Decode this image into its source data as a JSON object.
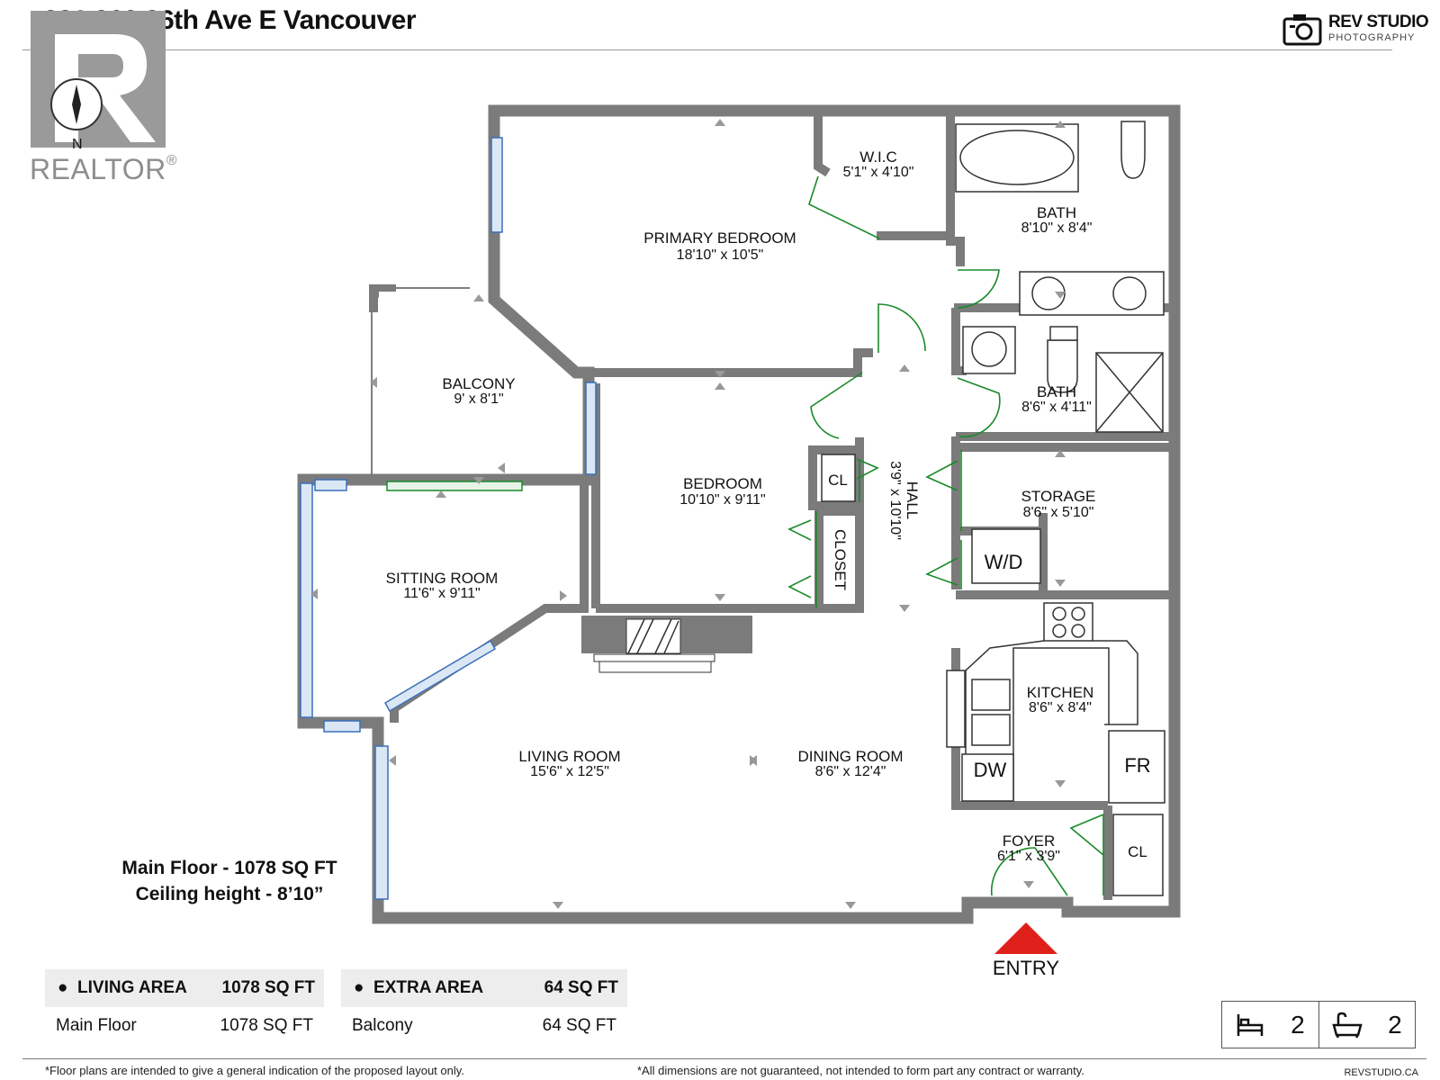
{
  "header": {
    "title": "321 360 36th Ave E Vancouver"
  },
  "brand": {
    "name": "REV STUDIO",
    "sub": "PHOTOGRAPHY"
  },
  "watermark": {
    "text": "REALTOR",
    "reg": "®",
    "compass": "N"
  },
  "rooms": [
    {
      "name": "PRIMARY BEDROOM",
      "dim": "18'10\" x 10'5\""
    },
    {
      "name": "W.I.C",
      "dim": "5'1\" x 4'10\""
    },
    {
      "name": "BATH",
      "dim": "8'10\" x 8'4\""
    },
    {
      "name": "BATH",
      "dim": "8'6\" x 4'11\""
    },
    {
      "name": "BALCONY",
      "dim": "9' x 8'1\""
    },
    {
      "name": "BEDROOM",
      "dim": "10'10\" x 9'11\""
    },
    {
      "name": "HALL",
      "dim": "3'9\" x 10'10\""
    },
    {
      "name": "STORAGE",
      "dim": "8'6\" x 5'10\""
    },
    {
      "name": "SITTING ROOM",
      "dim": "11'6\" x 9'11\""
    },
    {
      "name": "KITCHEN",
      "dim": "8'6\" x 8'4\""
    },
    {
      "name": "LIVING ROOM",
      "dim": "15'6\" x 12'5\""
    },
    {
      "name": "DINING ROOM",
      "dim": "8'6\" x 12'4\""
    },
    {
      "name": "FOYER",
      "dim": "6'1\" x 3'9\""
    }
  ],
  "fixtures": {
    "cl": "CL",
    "closet": "CLOSET",
    "wd": "W/D",
    "dw": "DW",
    "fr": "FR",
    "entry": "ENTRY"
  },
  "floor_info": {
    "floor": "Main Floor - 1078 SQ FT",
    "ceiling": "Ceiling height - 8’10”"
  },
  "areas": {
    "living": {
      "label": "LIVING AREA",
      "total": "1078 SQ FT",
      "row_label": "Main Floor",
      "row_value": "1078 SQ FT"
    },
    "extra": {
      "label": "EXTRA AREA",
      "total": "64 SQ FT",
      "row_label": "Balcony",
      "row_value": "64 SQ FT"
    },
    "bullet": "●"
  },
  "counts": {
    "beds": "2",
    "baths": "2"
  },
  "footer": {
    "left": "*Floor plans are intended to give a general indication of the proposed layout only.",
    "center": "*All dimensions are not guaranteed, not intended to form part any contract or warranty.",
    "right": "REVSTUDIO.CA"
  }
}
